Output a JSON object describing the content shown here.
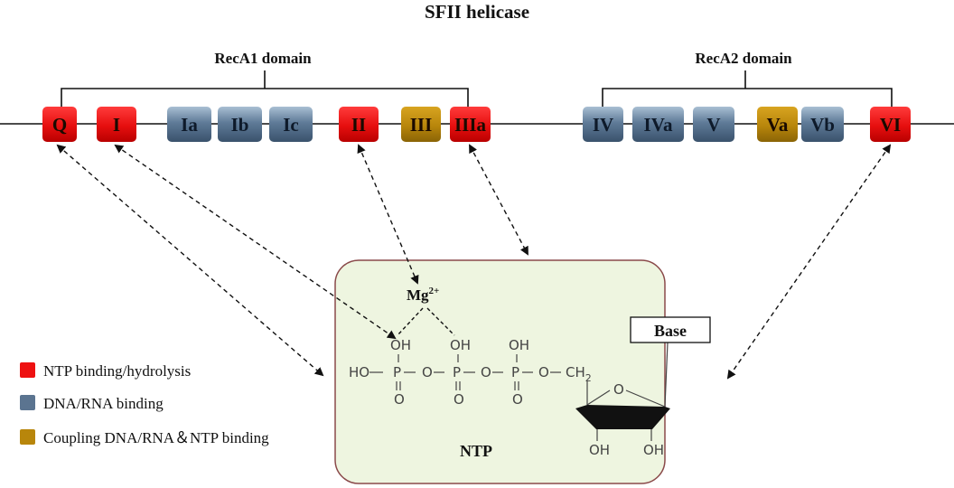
{
  "title": "SFII helicase",
  "domains": [
    {
      "label": "RecA1 domain"
    },
    {
      "label": "RecA2 domain"
    }
  ],
  "motifs": [
    {
      "label": "Q",
      "category": "ntp"
    },
    {
      "label": "I",
      "category": "ntp"
    },
    {
      "label": "Ia",
      "category": "dna"
    },
    {
      "label": "Ib",
      "category": "dna"
    },
    {
      "label": "Ic",
      "category": "dna"
    },
    {
      "label": "II",
      "category": "ntp"
    },
    {
      "label": "III",
      "category": "coupling"
    },
    {
      "label": "IIIa",
      "category": "ntp"
    },
    {
      "label": "IV",
      "category": "dna"
    },
    {
      "label": "IVa",
      "category": "dna"
    },
    {
      "label": "V",
      "category": "dna"
    },
    {
      "label": "Va",
      "category": "coupling"
    },
    {
      "label": "Vb",
      "category": "dna"
    },
    {
      "label": "VI",
      "category": "ntp"
    }
  ],
  "colors": {
    "ntp": "#ee1111",
    "dna": "#5b7490",
    "coupling": "#b8860b",
    "ntp_panel_fill": "#eef5e0",
    "ntp_panel_border": "#8a4a4a"
  },
  "legend": [
    {
      "label": "NTP binding/hydrolysis",
      "category": "ntp"
    },
    {
      "label": "DNA/RNA binding",
      "category": "dna"
    },
    {
      "label": "Coupling DNA/RNA＆NTP binding",
      "category": "coupling"
    }
  ],
  "ntp": {
    "label": "NTP",
    "mg_base": "Mg",
    "mg_sup": "2+",
    "base_label": "Base",
    "formula": {
      "ho": "HO",
      "p": "P",
      "o": "O",
      "oh": "OH",
      "ch2": "CH",
      "ch2_sub": "2"
    }
  }
}
